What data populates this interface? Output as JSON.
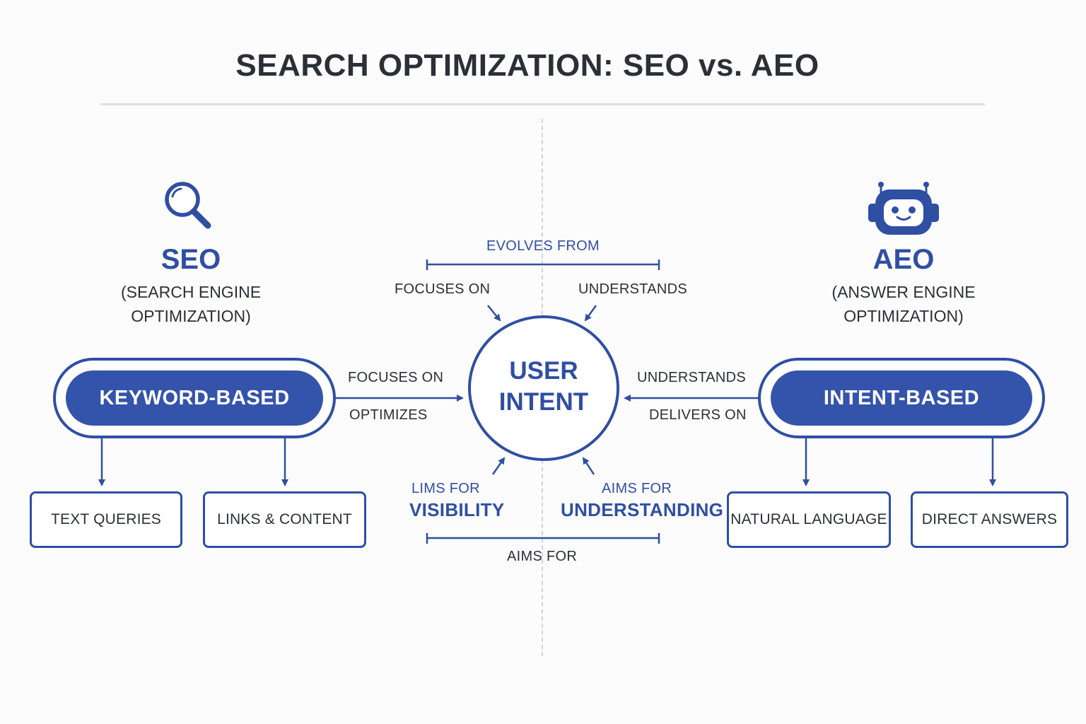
{
  "title": "SEARCH OPTIMIZATION: SEO vs. AEO",
  "seo": {
    "heading": "SEO",
    "sub_line1": "(SEARCH ENGINE",
    "sub_line2": "OPTIMIZATION)",
    "pill": "KEYWORD-BASED",
    "box1": "TEXT QUERIES",
    "box2": "LINKS & CONTENT",
    "icon": "magnifying-glass-icon"
  },
  "aeo": {
    "heading": "AEO",
    "sub_line1": "(ANSWER ENGINE",
    "sub_line2": "OPTIMIZATION)",
    "pill": "INTENT-BASED",
    "box1": "NATURAL LANGUAGE",
    "box2": "DIRECT ANSWERS",
    "icon": "robot-icon"
  },
  "center": {
    "line1": "USER",
    "line2": "INTENT"
  },
  "labels": {
    "evolves_from": "EVOLVES FROM",
    "focuses_on_top": "FOCUSES ON",
    "understands_top": "UNDERSTANDS",
    "focuses_on_left": "FOCUSES ON",
    "optimizes": "OPTIMIZES",
    "understands_right": "UNDERSTANDS",
    "delivers_on": "DELIVERS ON",
    "lims_for": "LIMS FOR",
    "visibility": "VISIBILITY",
    "aims_for_right": "AIMS FOR",
    "understanding": "UNDERSTANDING",
    "aims_for_bottom": "AIMS FOR"
  },
  "colors": {
    "accent": "#2f4fa3",
    "pill_fill": "#3453ab",
    "text": "#2b2f36"
  }
}
